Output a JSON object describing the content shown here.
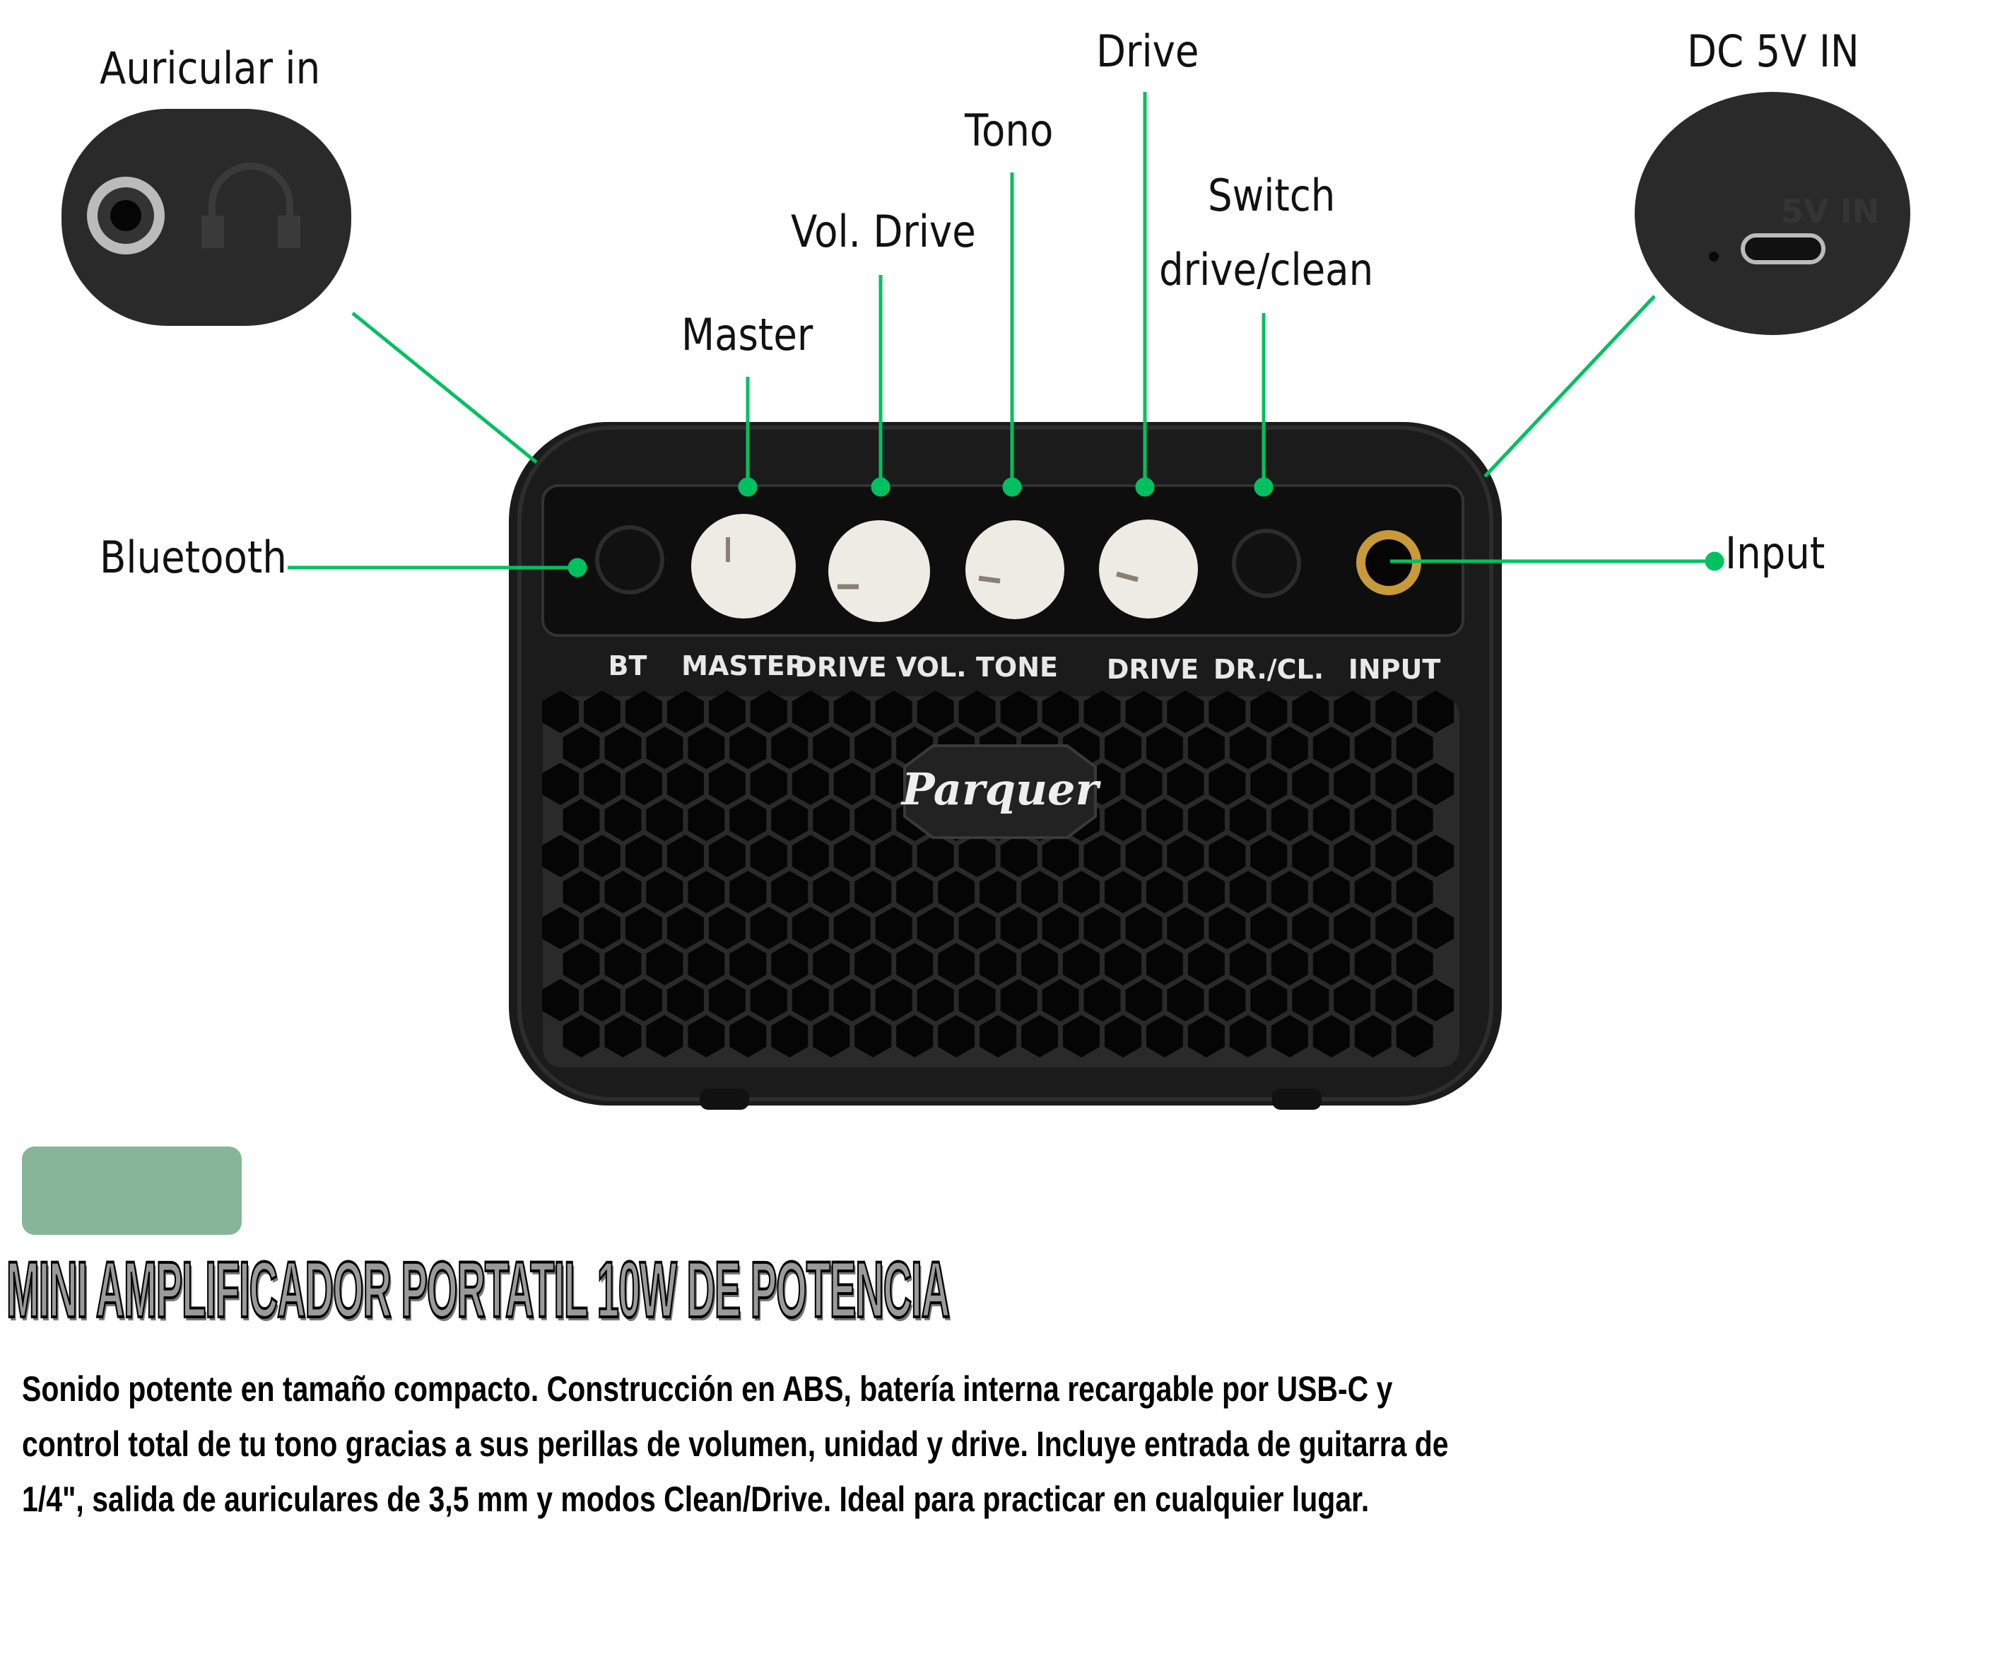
{
  "callouts": {
    "headphone": "Auricular in",
    "dc_in": "DC 5V IN",
    "drive": "Drive",
    "tone": "Tono",
    "switch_line1": "Switch",
    "switch_line2": "drive/clean",
    "drive_volume": "Vol. Drive",
    "master": "Master",
    "bluetooth": "Bluetooth",
    "input": "Input"
  },
  "panel_labels": {
    "bt": "BT",
    "master": "MASTER",
    "drive_vol": "DRIVE VOL.",
    "tone": "TONE",
    "drive": "DRIVE",
    "dr_cl": "DR./CL.",
    "input": "INPUT"
  },
  "inset_text": {
    "dc": "5V IN"
  },
  "brand": "Parquer",
  "title": "MINI AMPLIFICADOR PORTATIL 10W DE POTENCIA",
  "description": [
    "Sonido potente en tamaño compacto. Construcción en ABS, batería interna recargable por USB-C y",
    "control total de tu tono gracias a sus perillas de volumen, unidad y drive. Incluye entrada de guitarra de",
    "1/4\", salida de auriculares de 3,5 mm y modos Clean/Drive. Ideal para practicar en cualquier lugar."
  ],
  "colors": {
    "accent_line": "#00c060",
    "badge": "#86b59a",
    "amp_body": "#1b1b1b",
    "knob": "#ecebe4"
  }
}
